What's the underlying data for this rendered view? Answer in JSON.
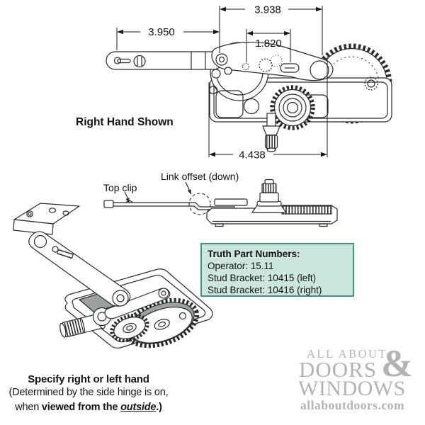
{
  "top_view": {
    "label": "Right Hand Shown",
    "dim_top": "3.938",
    "dim_arm": "3.950",
    "dim_inner": "1.820",
    "dim_base": "4.438"
  },
  "side_view": {
    "top_clip_label": "Top clip",
    "link_offset_label": "Link offset (down)"
  },
  "part_box": {
    "title": "Truth Part Numbers:",
    "operator": "Operator: 15.11",
    "stud_left": "Stud Bracket: 10415 (left)",
    "stud_right": "Stud Bracket: 10416 (right)"
  },
  "note": {
    "line1": "Specify right or left hand",
    "line2": "(Determined by the side hinge is on,",
    "line3_part1": "when ",
    "line3_part2": "viewed from the ",
    "line3_part3": "outside",
    "line3_part4": ".)"
  },
  "logo": {
    "top": "ALL ABOUT",
    "amp": "&",
    "mid": "DOORS",
    "bottom": "WINDOWS",
    "url": "allaboutdoors.com"
  },
  "colors": {
    "line_art": "#2a2a2a",
    "box_bg": "#cde6db",
    "box_border": "#3f9585",
    "logo_gray": "#b3b3b3",
    "shading_gray": "#9ba1a0"
  }
}
